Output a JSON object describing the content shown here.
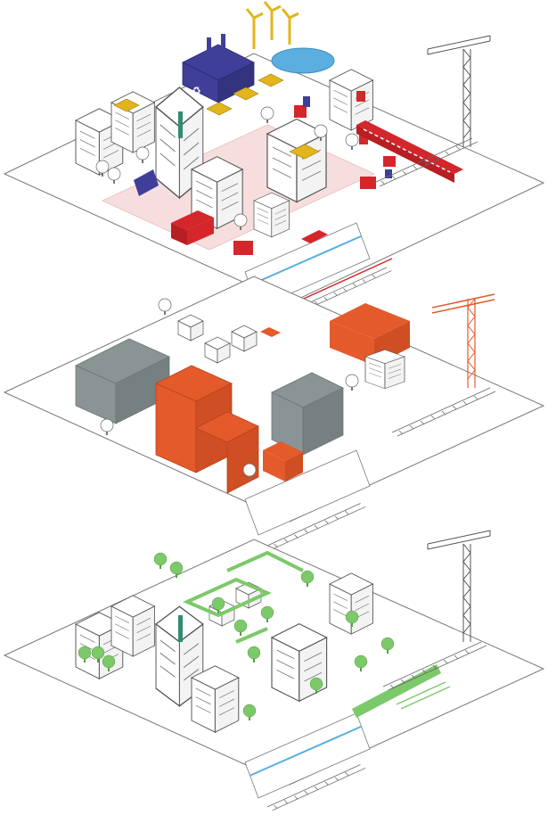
{
  "figure": {
    "description_layers": [
      {
        "id": "infrastructure",
        "accent": "#d4262b",
        "secondary": "#3f3f9a",
        "highlight": "#e2b51c",
        "water": "#5aaee0"
      },
      {
        "id": "built-form",
        "accent": "#e45a2b",
        "secondary": "#8a9494"
      },
      {
        "id": "green-space",
        "accent": "#7cc96a"
      }
    ]
  },
  "colors": {
    "line": "#555555",
    "ground": "#ffffff",
    "red": "#d4262b",
    "pink": "#f7dede",
    "navy": "#3f3f9a",
    "yellow": "#e2b51c",
    "blue": "#5aaee0",
    "orange": "#e45a2b",
    "grey": "#8a9494",
    "green": "#7cc96a"
  },
  "icons": [
    "wind-turbine-icon",
    "crane-icon",
    "train-icon",
    "tree-icon",
    "factory-icon",
    "recycle-icon"
  ]
}
